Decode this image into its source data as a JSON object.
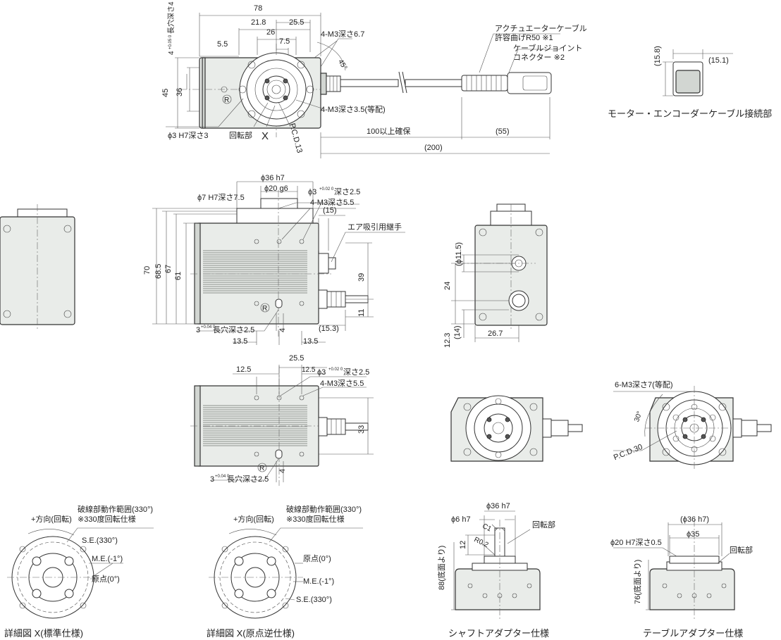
{
  "top_view": {
    "dims": [
      "78",
      "21.8",
      "25.5",
      "26",
      "7.5",
      "5.5",
      "45",
      "36",
      "(55)",
      "100以上確保",
      "(200)",
      "45°"
    ],
    "slot_label": "4",
    "slot_tol": "+0.05 0",
    "slot_text": "長穴深さ4",
    "notes": {
      "m3_67": "4-M3深さ6.7",
      "cable": "アクチュエーターケーブル",
      "bend": "許容曲げR50 ※1",
      "joint_1": "ケーブルジョイント",
      "joint_2": "コネクター ※2",
      "m3_35": "4-M3深さ3.5(等配)",
      "phi3": "ϕ3 H7深さ3",
      "rot": "回転部",
      "x": "X",
      "pcd": "P.C.D.13",
      "r": "R"
    }
  },
  "encoder_view": {
    "dims": [
      "(15.8)",
      "(15.1)"
    ],
    "caption": "モーター・エンコーダーケーブル接続部"
  },
  "front_view": {
    "dims": [
      "ϕ36 h7",
      "ϕ20 g6",
      "ϕ7 H7深さ7.5",
      "(15)",
      "70",
      "68.5",
      "67",
      "61",
      "39",
      "11",
      "(15.3)",
      "4",
      "13.5",
      "13.5"
    ],
    "phi3_a": "ϕ3",
    "phi3_tol": "+0.02 0",
    "phi3_b": "深さ2.5",
    "m3_55": "4-M3深さ5.5",
    "air": "エア吸引用継手",
    "slot_a": "3",
    "slot_tol": "+0.04 0",
    "slot_b": "長穴深さ2.5",
    "r": "R"
  },
  "side_view": {
    "dims": [
      "(ϕ11.5)",
      "24",
      "12.3",
      "(14)",
      "26.7"
    ]
  },
  "bottom_view": {
    "dims": [
      "12.5",
      "25.5",
      "12.5",
      "33",
      "4"
    ],
    "phi3_a": "ϕ3",
    "phi3_tol": "+0.02 0",
    "phi3_b": "深さ2.5",
    "m3_55": "4-M3深さ5.5",
    "slot_a": "3",
    "slot_tol": "+0.04 0",
    "slot_b": "長穴深さ2.5",
    "r": "R"
  },
  "table_top_view": {
    "m3_7": "6-M3深さ7(等配)",
    "angle": "30°",
    "pcd": "P.C.D.30"
  },
  "detail_standard": {
    "dir": "+方向(回転)",
    "range": "破線部動作範囲(330°)",
    "spec": "※330度回転仕様",
    "se": "S.E.(330°)",
    "me": "M.E.(-1°)",
    "origin": "原点(0°)",
    "caption": "詳細図 X(標準仕様)"
  },
  "detail_reverse": {
    "dir": "+方向(回転)",
    "range": "破線部動作範囲(330°)",
    "spec": "※330度回転仕様",
    "origin": "原点(0°)",
    "me": "M.E.(-1°)",
    "se": "S.E.(330°)",
    "caption": "詳細図 X(原点逆仕様)"
  },
  "shaft_adapter": {
    "dims": [
      "ϕ36 h7",
      "ϕ6 h7",
      "C1",
      "R0.2",
      "12",
      "88(底面より)"
    ],
    "rot": "回転部",
    "caption": "シャフトアダプター仕様"
  },
  "table_adapter": {
    "dims": [
      "(ϕ36 h7)",
      "ϕ35",
      "ϕ20 H7深さ0.5",
      "76(底面より)"
    ],
    "rot": "回転部",
    "caption": "テーブルアダプター仕様"
  }
}
